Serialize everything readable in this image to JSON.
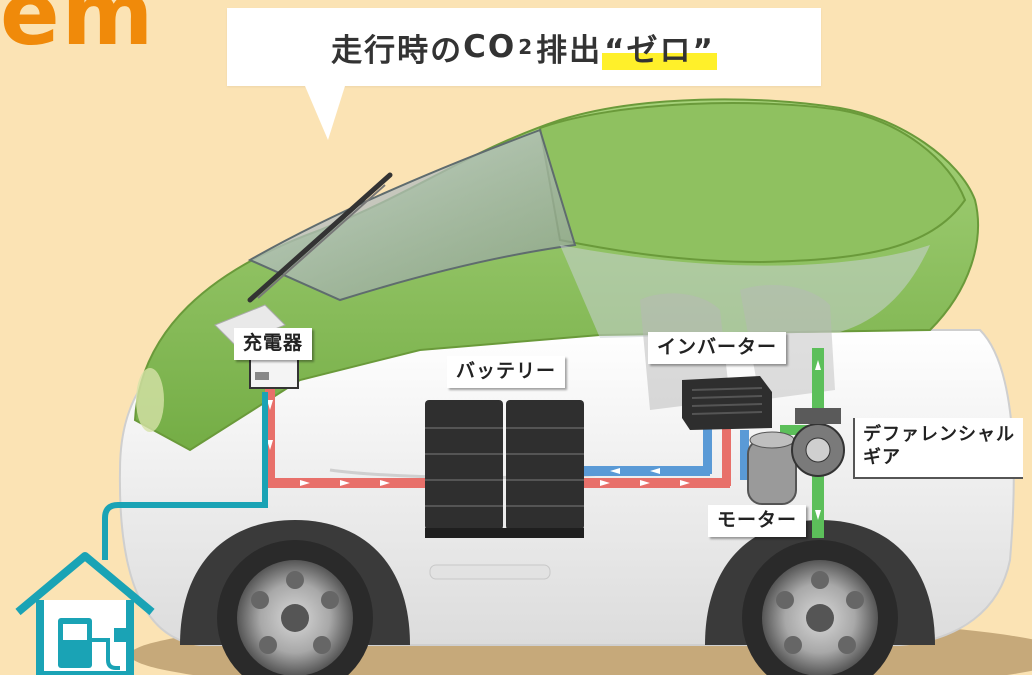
{
  "heading_fragment": "em",
  "bubble": {
    "prefix": "走行時の",
    "co": "CO",
    "sub": "2",
    "mid": "排出",
    "highlight": "“ゼロ”"
  },
  "labels": {
    "charger": "充電器",
    "battery": "バッテリー",
    "inverter": "インバーター",
    "motor": "モーター",
    "differential_line1": "デファレンシャル",
    "differential_line2": "ギア"
  },
  "colors": {
    "background": "#fbe3b4",
    "accent_orange": "#f08a0a",
    "highlight_yellow": "#fff02a",
    "car_green": "#8cc05a",
    "cable_teal": "#1aa3b5",
    "flow_red": "#e8706a",
    "flow_blue": "#5a9ad6",
    "flow_green": "#5cbf5a"
  },
  "icons": [
    "home-charging-icon",
    "charger-unit-icon",
    "battery-pack-icon",
    "inverter-unit-icon",
    "motor-unit-icon",
    "differential-gear-icon"
  ]
}
